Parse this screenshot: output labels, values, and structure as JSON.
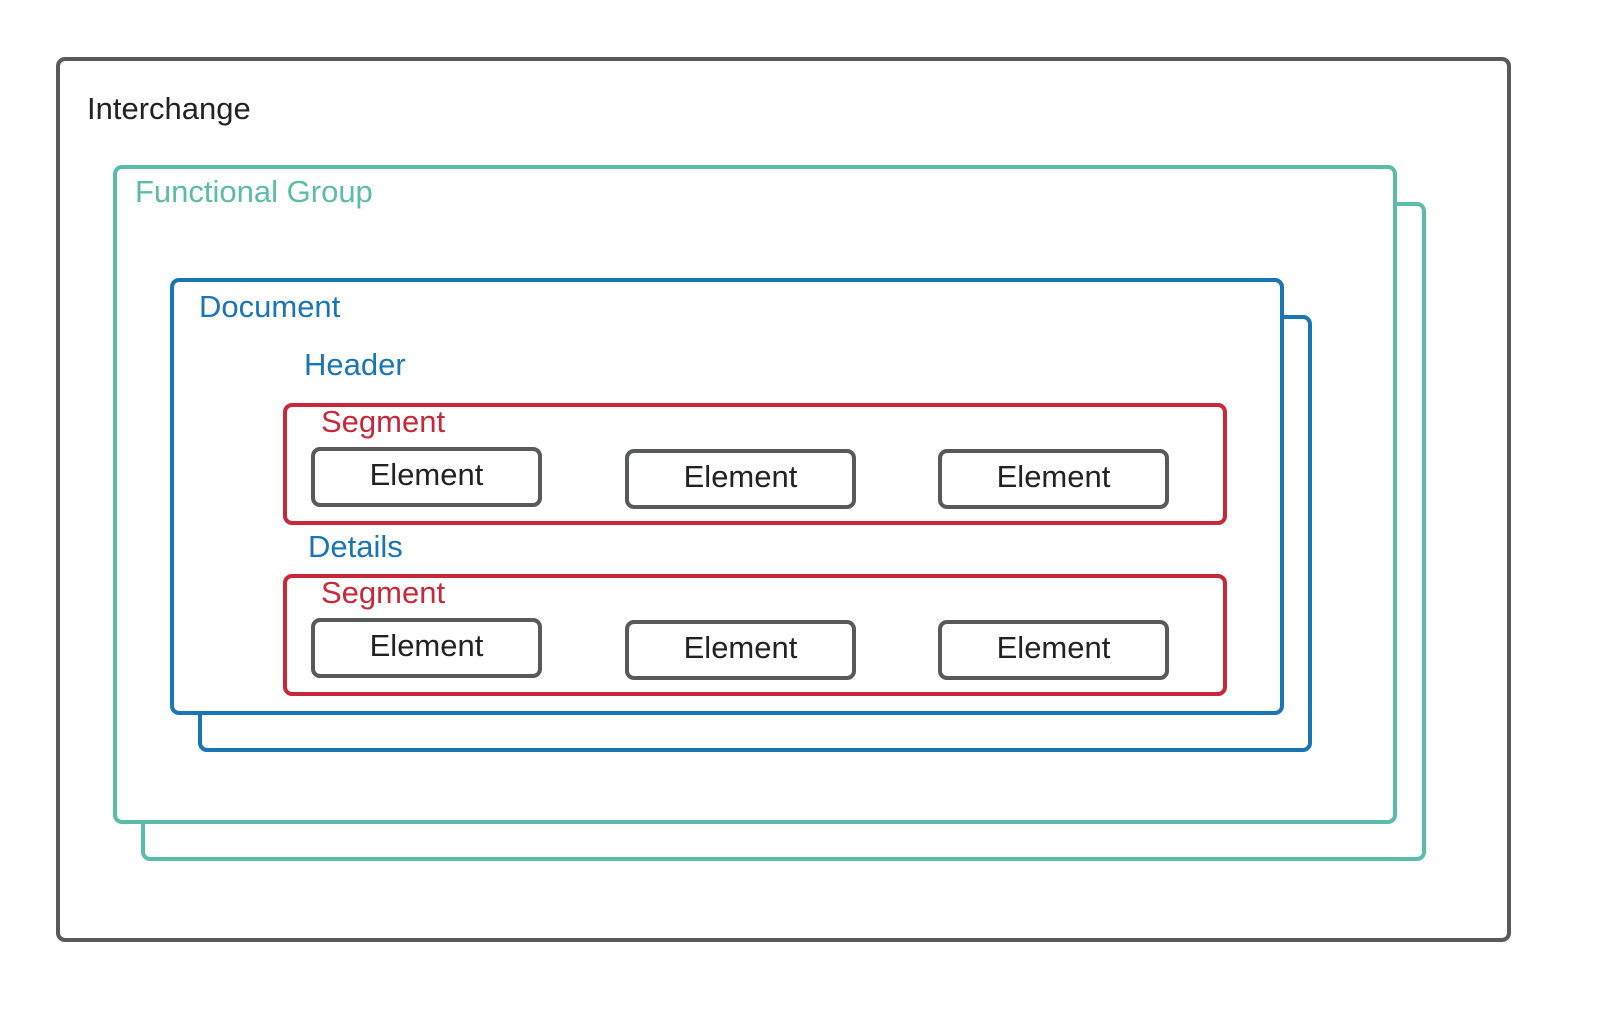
{
  "interchange": {
    "label": "Interchange"
  },
  "functional_group": {
    "label": "Functional Group"
  },
  "document": {
    "label": "Document",
    "header_label": "Header",
    "details_label": "Details"
  },
  "header_segment": {
    "label": "Segment",
    "elements": [
      "Element",
      "Element",
      "Element"
    ]
  },
  "details_segment": {
    "label": "Segment",
    "elements": [
      "Element",
      "Element",
      "Element"
    ]
  },
  "colors": {
    "interchange": "#58595b",
    "functional_group": "#5bbcaa",
    "document": "#1a75b4",
    "segment": "#c8283a",
    "element": "#58595b"
  }
}
